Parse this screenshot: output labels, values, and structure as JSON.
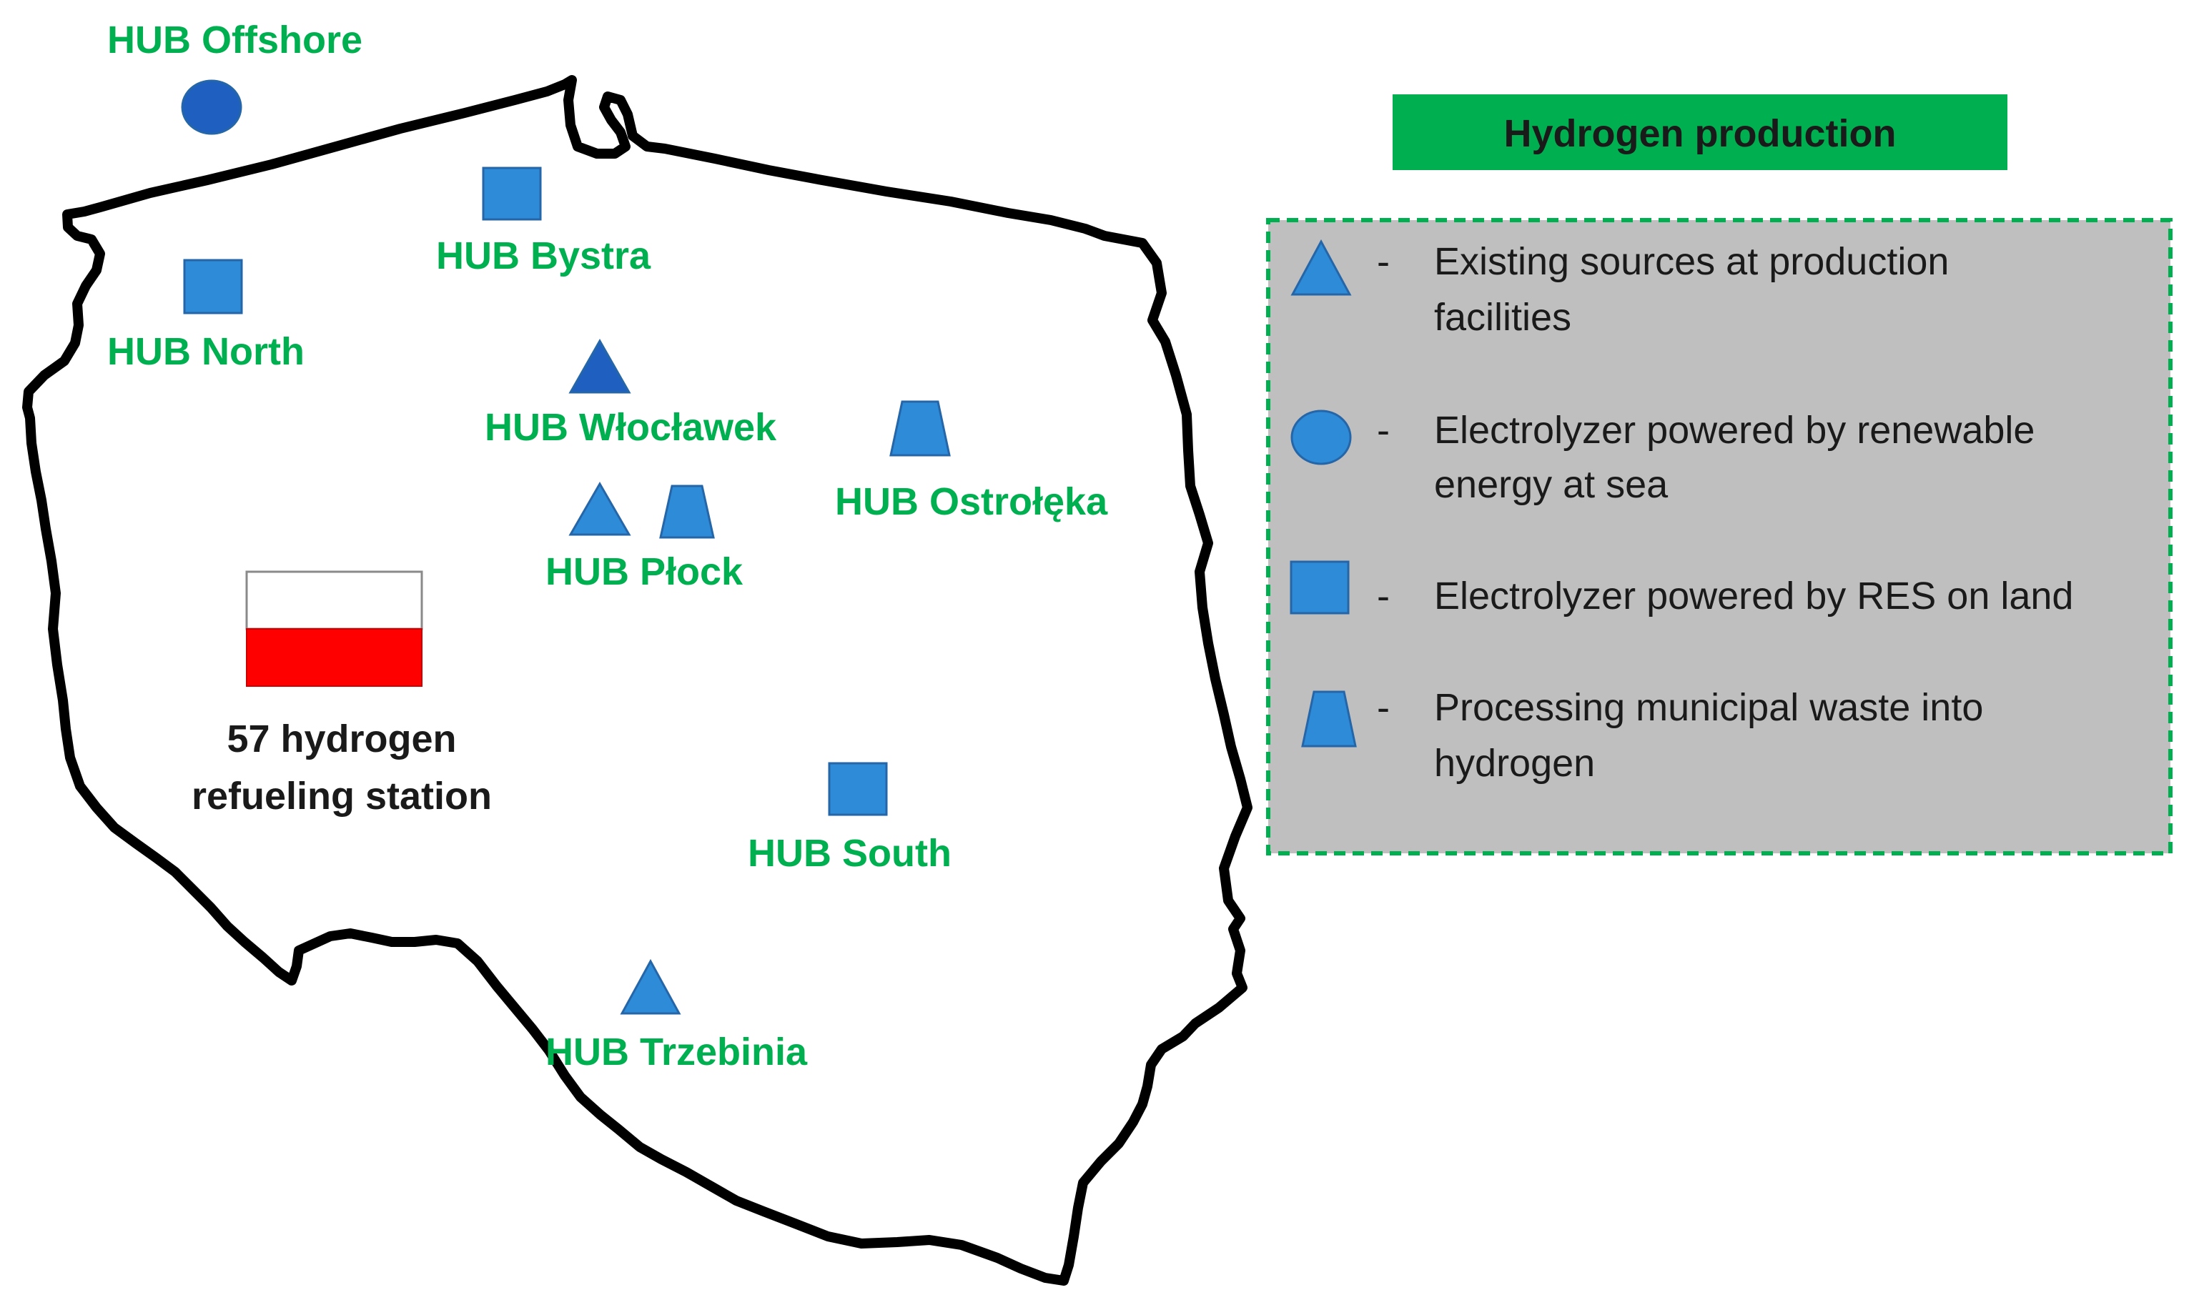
{
  "colors": {
    "hub_label": "#00b050",
    "marker_fill": "#2e8bd8",
    "marker_dark": "#1f5fbf",
    "marker_stroke": "#2566a8",
    "outline": "#000000",
    "legend_bg": "#bfbfbf",
    "legend_border": "#00b050",
    "title_bg": "#00b050",
    "flag_white": "#ffffff",
    "flag_red": "#ff0000"
  },
  "hubs": [
    {
      "id": "offshore",
      "label": "HUB Offshore",
      "marker": "circle"
    },
    {
      "id": "bystra",
      "label": "HUB Bystra",
      "marker": "square"
    },
    {
      "id": "north",
      "label": "HUB North",
      "marker": "square"
    },
    {
      "id": "wloclawek",
      "label": "HUB Włocławek",
      "marker": "triangle"
    },
    {
      "id": "ostroleka",
      "label": "HUB Ostrołęka",
      "marker": "trapezoid"
    },
    {
      "id": "plock",
      "label": "HUB Płock",
      "marker": [
        "triangle",
        "trapezoid"
      ]
    },
    {
      "id": "south",
      "label": "HUB South",
      "marker": "square"
    },
    {
      "id": "trzebinia",
      "label": "HUB Trzebinia",
      "marker": "triangle"
    }
  ],
  "station": {
    "line1": "57 hydrogen",
    "line2": "refueling station",
    "flag_icon": "poland-flag-icon"
  },
  "legend": {
    "title": "Hydrogen production",
    "items": [
      {
        "icon": "triangle-icon",
        "dash": "-",
        "lines": [
          "Existing sources at production",
          "facilities"
        ]
      },
      {
        "icon": "circle-icon",
        "dash": "-",
        "lines": [
          "Electrolyzer powered by renewable",
          "energy at sea"
        ]
      },
      {
        "icon": "square-icon",
        "dash": "-",
        "lines": [
          "Electrolyzer powered by RES on land"
        ]
      },
      {
        "icon": "trapezoid-icon",
        "dash": "-",
        "lines": [
          "Processing municipal waste into",
          "hydrogen"
        ]
      }
    ]
  }
}
